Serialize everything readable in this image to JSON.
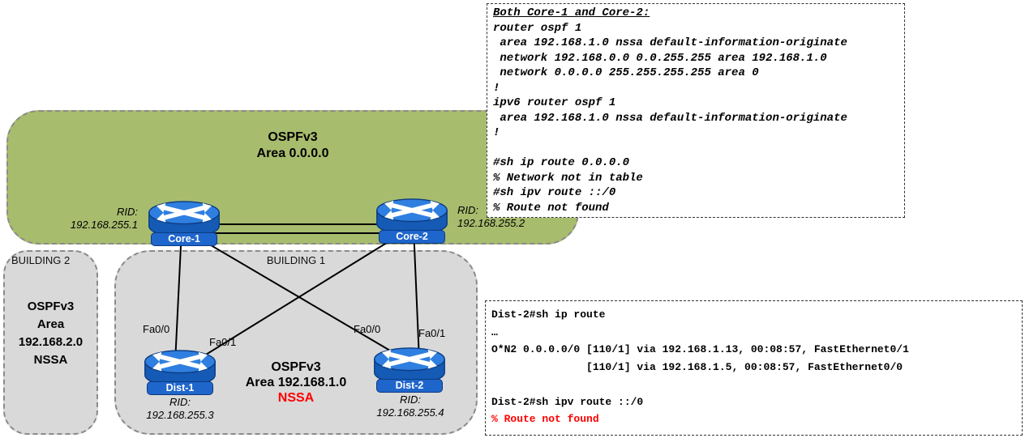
{
  "diagram": {
    "area0": {
      "title_line1": "OSPFv3",
      "title_line2": "Area 0.0.0.0"
    },
    "building1": {
      "label": "BUILDING 1",
      "area_title_line1": "OSPFv3",
      "area_title_line2": "Area 192.168.1.0",
      "nssa_label": "NSSA"
    },
    "building2": {
      "label": "BUILDING 2",
      "lines": [
        "OSPFv3",
        "Area",
        "192.168.2.0",
        "NSSA"
      ]
    },
    "routers": {
      "core1": {
        "name": "Core-1",
        "rid_label": "RID:",
        "rid": "192.168.255.1"
      },
      "core2": {
        "name": "Core-2",
        "rid_label": "RID:",
        "rid": "192.168.255.2"
      },
      "dist1": {
        "name": "Dist-1",
        "rid_label": "RID:",
        "rid": "192.168.255.3"
      },
      "dist2": {
        "name": "Dist-2",
        "rid_label": "RID:",
        "rid": "192.168.255.4"
      }
    },
    "interface_labels": {
      "dist1_fa0_0": "Fa0/0",
      "dist1_fa0_1": "Fa0/1",
      "dist2_fa0_0": "Fa0/0",
      "dist2_fa0_1": "Fa0/1"
    }
  },
  "config_box": {
    "title": "Both Core-1 and Core-2:",
    "lines": [
      "router ospf 1",
      " area 192.168.1.0 nssa default-information-originate",
      " network 192.168.0.0 0.0.255.255 area 192.168.1.0",
      " network 0.0.0.0 255.255.255.255 area 0",
      "!",
      "ipv6 router ospf 1",
      " area 192.168.1.0 nssa default-information-originate",
      "!",
      "",
      "#sh ip route 0.0.0.0",
      "% Network not in table",
      "#sh ipv route ::/0",
      "% Route not found"
    ]
  },
  "output_box": {
    "lines": [
      "Dist-2#sh ip route",
      "…",
      "O*N2 0.0.0.0/0 [110/1] via 192.168.1.13, 00:08:57, FastEthernet0/1",
      "               [110/1] via 192.168.1.5, 00:08:57, FastEthernet0/0",
      "",
      "Dist-2#sh ipv route ::/0"
    ],
    "error_line": "% Route not found"
  },
  "colors": {
    "area0_fill": "#a8bc6e",
    "building_fill": "#d9d9d9",
    "router_blue": "#1f66cc",
    "nssa_red": "#ff0000",
    "error_red": "#ff0000"
  }
}
